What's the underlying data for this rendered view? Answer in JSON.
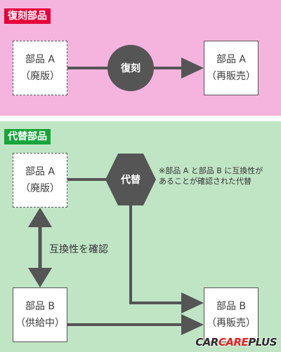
{
  "top": {
    "badge": "復刻部品",
    "source_box": {
      "line1": "部品 A",
      "line2": "（廃版）"
    },
    "action": "復刻",
    "target_box": {
      "line1": "部品 A",
      "line2": "（再販売）"
    }
  },
  "bottom": {
    "badge": "代替部品",
    "source_box": {
      "line1": "部品 A",
      "line2": "（廃版）"
    },
    "action": "代替",
    "note": {
      "line1": "※部品 A と部品 B に互換性が",
      "line2": "あることが確認された代替"
    },
    "compat_label": "互換性を確認",
    "b_box": {
      "line1": "部品 B",
      "line2": "（供給中）"
    },
    "target_box": {
      "line1": "部品 B",
      "line2": "（再販売）"
    }
  },
  "logo": {
    "part1": "CAR",
    "part2": "CARE",
    "part3": "PLUS"
  },
  "colors": {
    "pink": "#f4b4de",
    "green": "#bfe5c4",
    "red_badge": "#e6003b",
    "green_badge": "#17a43a",
    "shape": "#555555"
  }
}
